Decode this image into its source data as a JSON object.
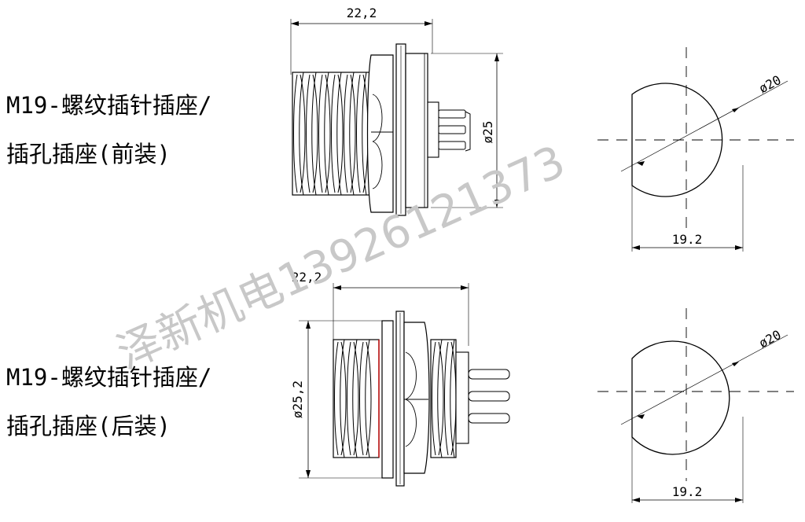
{
  "top": {
    "title_line1": "M19-螺纹插针插座/",
    "title_line2": "插孔插座(前装)",
    "length_dim": "22,2",
    "flange_dim": "ø25",
    "circle_dia": "ø20",
    "flat_width": "19.2"
  },
  "bottom": {
    "title_line1": "M19-螺纹插针插座/",
    "title_line2": "插孔插座(后装)",
    "length_dim": "22,2",
    "flange_dim": "ø25,2",
    "circle_dia": "ø20",
    "flat_width": "19.2"
  },
  "watermark": "泽新机电13926121373"
}
